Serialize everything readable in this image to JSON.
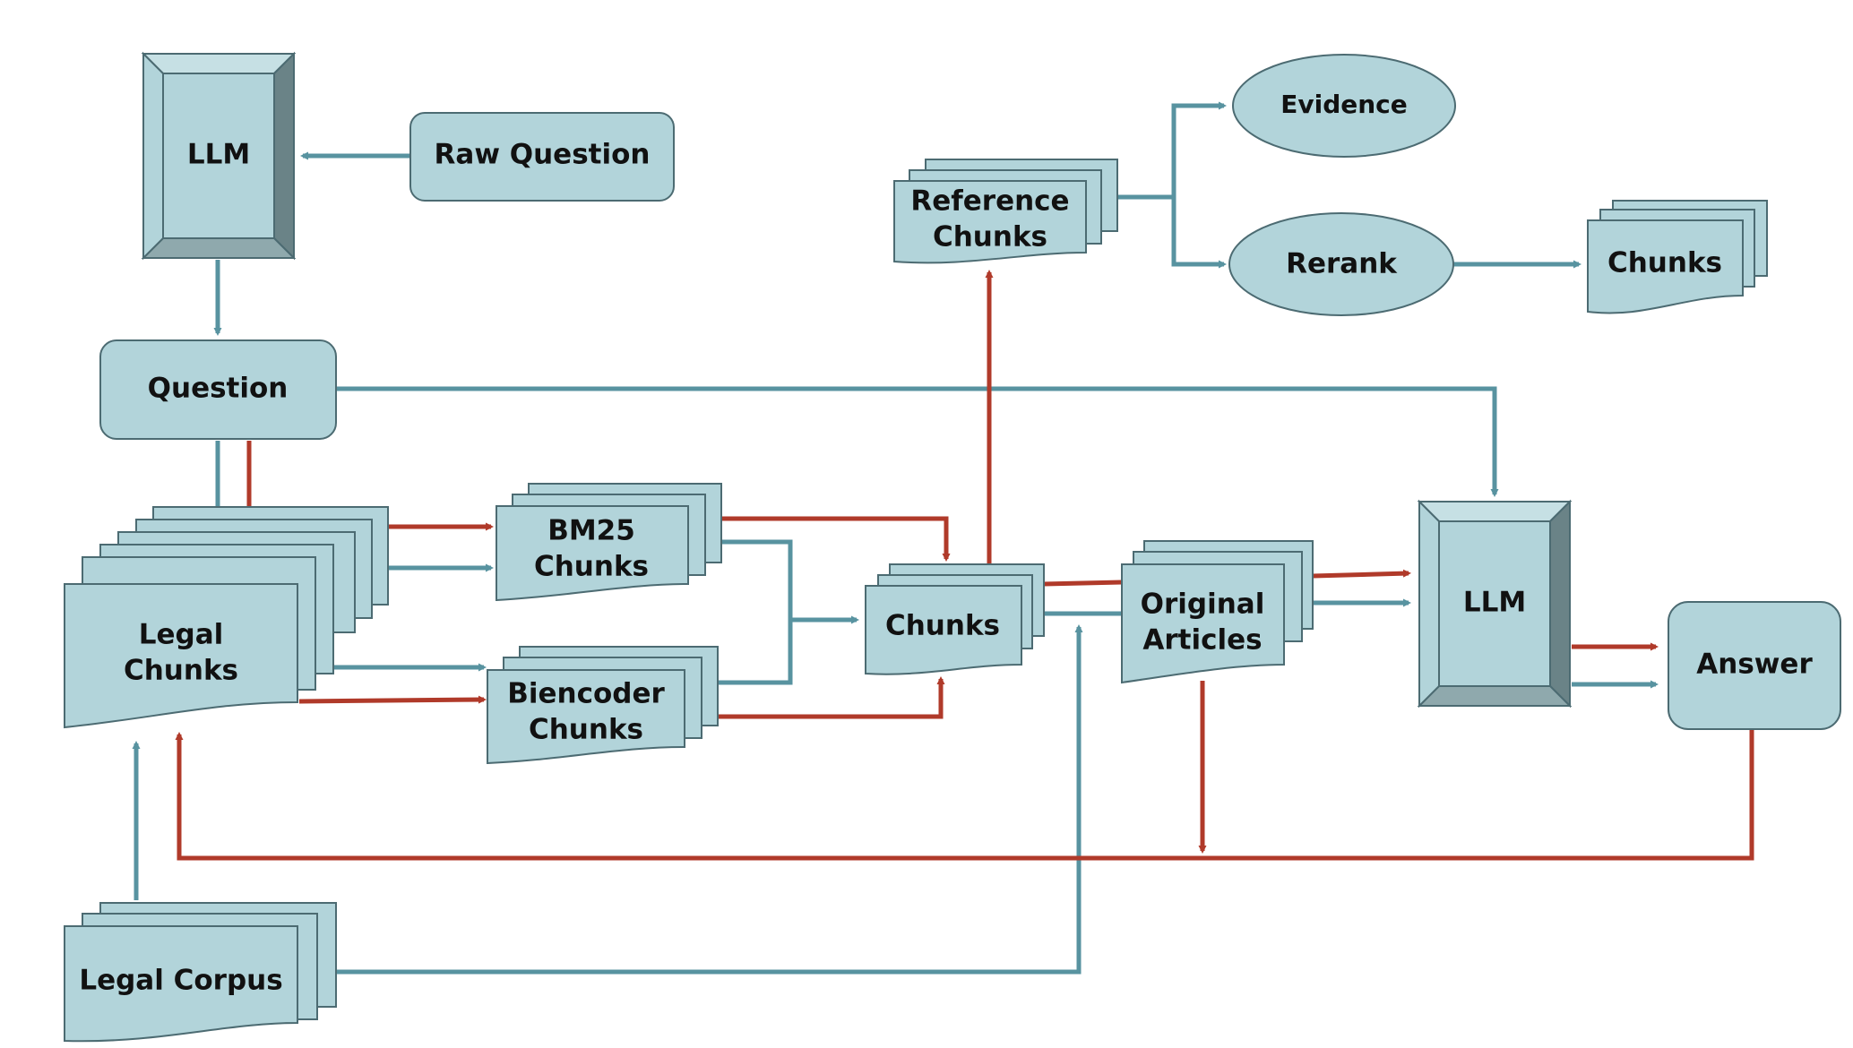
{
  "nodes": {
    "llm_top": "LLM",
    "raw_question": "Raw Question",
    "question": "Question",
    "legal_chunks": [
      "Legal",
      "Chunks"
    ],
    "bm25_chunks": [
      "BM25",
      "Chunks"
    ],
    "biencoder_chunks": [
      "Biencoder",
      "Chunks"
    ],
    "chunks_mid": "Chunks",
    "reference_chunks": [
      "Reference",
      "Chunks"
    ],
    "evidence": "Evidence",
    "rerank": "Rerank",
    "chunks_right": "Chunks",
    "original_articles": [
      "Original",
      "Articles"
    ],
    "llm_mid": "LLM",
    "answer": "Answer",
    "legal_corpus": "Legal Corpus"
  },
  "colors": {
    "node_fill": "#b2d4da",
    "node_stroke": "#4c6b72",
    "bevel_dark": "#6a8387",
    "bevel_mid": "#8fa9ad",
    "bevel_light": "#c6e0e4",
    "arrow_blue": "#5893a0",
    "arrow_red": "#b03a2a"
  }
}
